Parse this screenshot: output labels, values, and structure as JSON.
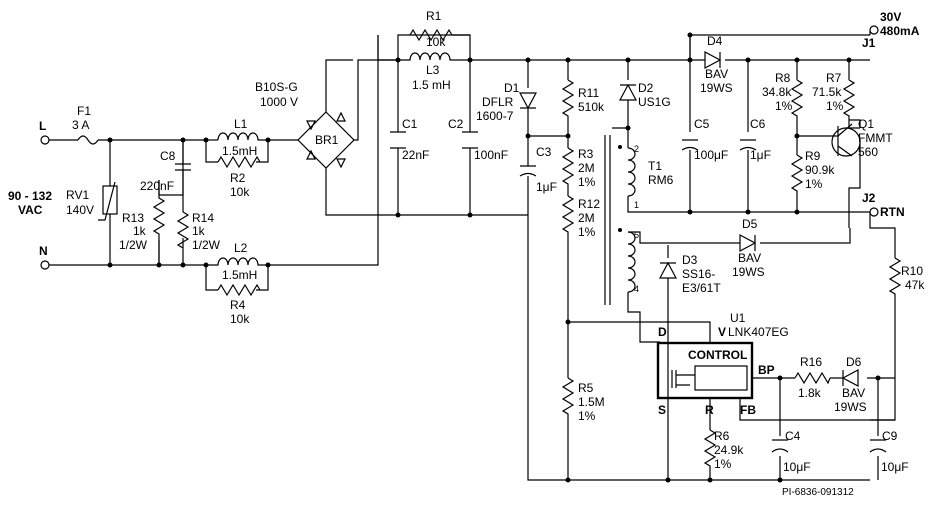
{
  "input": {
    "line": "L",
    "neutral": "N",
    "voltage_line1": "90 - 132",
    "voltage_line2": "VAC"
  },
  "output": {
    "voltage": "30V",
    "current": "480mA",
    "pos_connector": "J1",
    "ret_connector": "J2",
    "ret_label": "RTN"
  },
  "F1": {
    "ref": "F1",
    "value": "3 A"
  },
  "RV1": {
    "ref": "RV1",
    "value": "140V"
  },
  "C8": {
    "ref": "C8",
    "value": "220nF"
  },
  "R13": {
    "ref": "R13",
    "value1": "1k",
    "value2": "1/2W"
  },
  "R14": {
    "ref": "R14",
    "value1": "1k",
    "value2": "1/2W"
  },
  "L1": {
    "ref": "L1",
    "value": "1.5mH"
  },
  "R2": {
    "ref": "R2",
    "value": "10k"
  },
  "L2": {
    "ref": "L2",
    "value": "1.5mH"
  },
  "R4": {
    "ref": "R4",
    "value": "10k"
  },
  "BR1": {
    "ref": "BR1",
    "part": "B10S-G",
    "rating": "1000 V"
  },
  "R1": {
    "ref": "R1",
    "value": "10k"
  },
  "L3": {
    "ref": "L3",
    "value": "1.5 mH"
  },
  "C1": {
    "ref": "C1",
    "value": "22nF"
  },
  "C2": {
    "ref": "C2",
    "value": "100nF"
  },
  "D1": {
    "ref": "D1",
    "part1": "DFLR",
    "part2": "1600-7"
  },
  "C3": {
    "ref": "C3",
    "value": "1μF"
  },
  "R11": {
    "ref": "R11",
    "value": "510k"
  },
  "R3": {
    "ref": "R3",
    "value1": "2M",
    "value2": "1%"
  },
  "R12": {
    "ref": "R12",
    "value1": "2M",
    "value2": "1%"
  },
  "R5": {
    "ref": "R5",
    "value1": "1.5M",
    "value2": "1%"
  },
  "D2": {
    "ref": "D2",
    "part": "US1G"
  },
  "T1": {
    "ref": "T1",
    "core": "RM6",
    "pin1": "1",
    "pin2": "2",
    "pin4": "4",
    "pin5": "5"
  },
  "D3": {
    "ref": "D3",
    "part1": "SS16-",
    "part2": "E3/61T"
  },
  "D4": {
    "ref": "D4",
    "part1": "BAV",
    "part2": "19WS"
  },
  "C5": {
    "ref": "C5",
    "value": "100μF"
  },
  "C6": {
    "ref": "C6",
    "value": "1μF"
  },
  "R8": {
    "ref": "R8",
    "value1": "34.8k",
    "value2": "1%"
  },
  "R7": {
    "ref": "R7",
    "value1": "71.5k",
    "value2": "1%"
  },
  "Q1": {
    "ref": "Q1",
    "part1": "FMMT",
    "part2": "560"
  },
  "R9": {
    "ref": "R9",
    "value1": "90.9k",
    "value2": "1%"
  },
  "D5": {
    "ref": "D5",
    "part1": "BAV",
    "part2": "19WS"
  },
  "R10": {
    "ref": "R10",
    "value": "47k"
  },
  "U1": {
    "ref": "U1",
    "part": "LNK407EG",
    "block": "CONTROL",
    "pin_d": "D",
    "pin_v": "V",
    "pin_s": "S",
    "pin_r": "R",
    "pin_fb": "FB",
    "pin_bp": "BP"
  },
  "R16": {
    "ref": "R16",
    "value": "1.8k"
  },
  "D6": {
    "ref": "D6",
    "part1": "BAV",
    "part2": "19WS"
  },
  "R6": {
    "ref": "R6",
    "value1": "24.9k",
    "value2": "1%"
  },
  "C4": {
    "ref": "C4",
    "value": "10μF"
  },
  "C9": {
    "ref": "C9",
    "value": "10μF"
  },
  "footer": {
    "doc_id": "PI-6836-091312"
  }
}
